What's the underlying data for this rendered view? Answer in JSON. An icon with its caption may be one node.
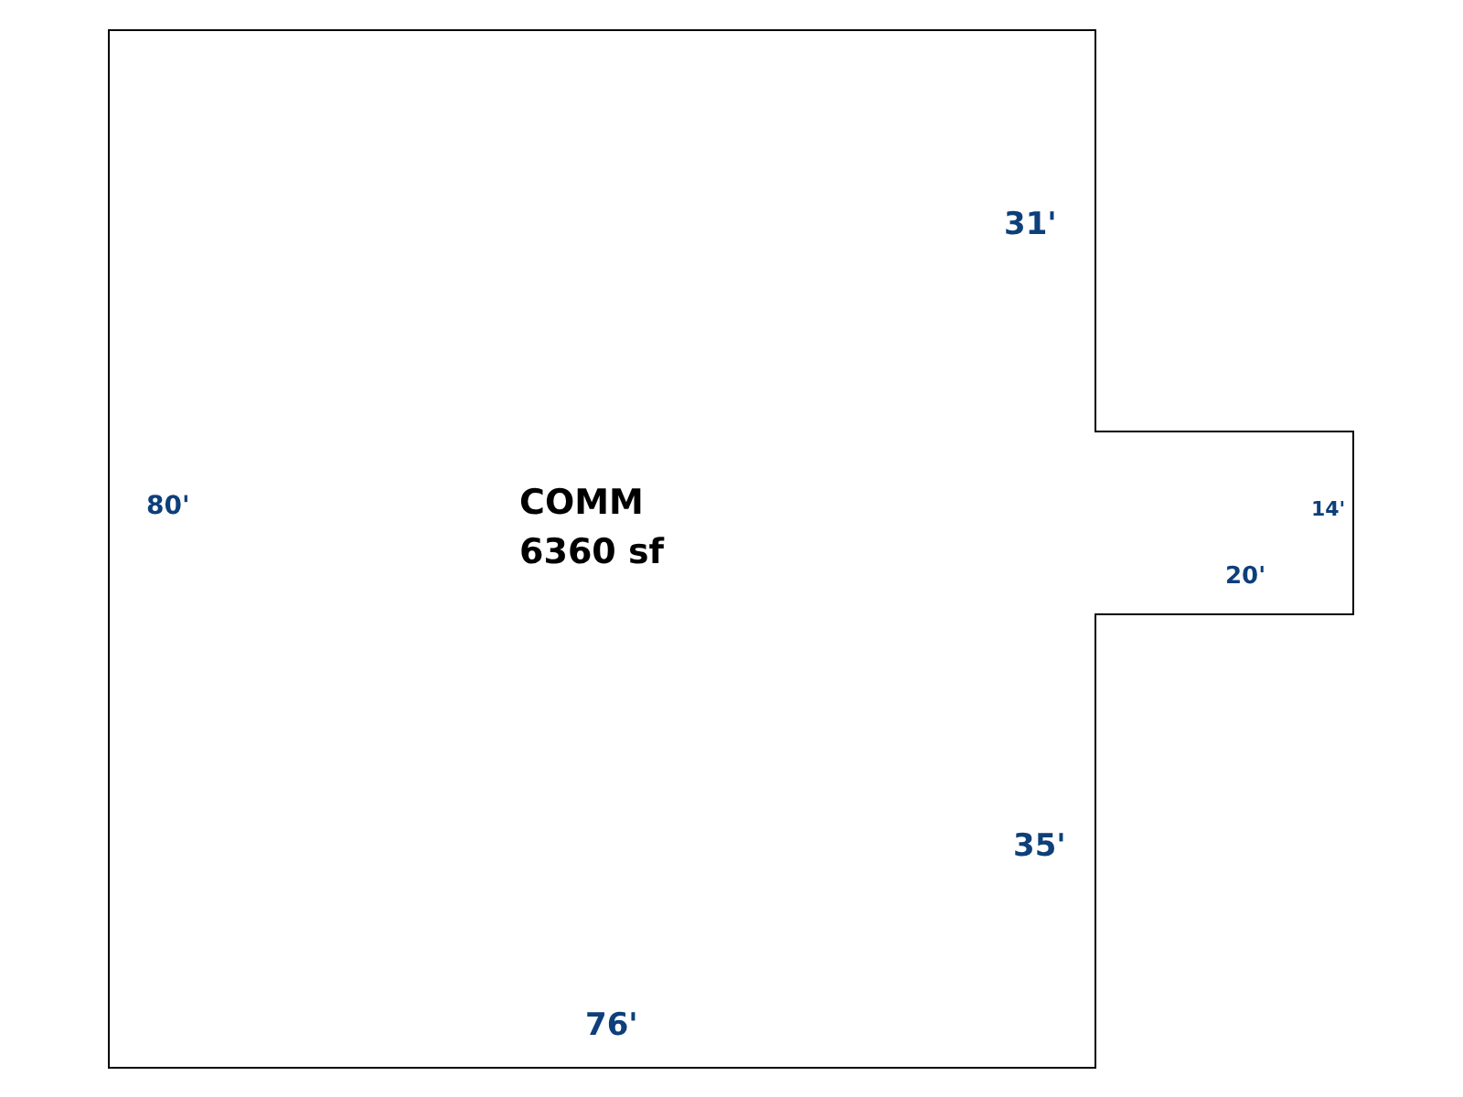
{
  "diagram": {
    "nodes": [
      {
        "text": [
          "COMM",
          "6360 sf"
        ]
      }
    ],
    "edges": [],
    "labels": [
      "31'",
      "80'",
      "14'",
      "20'",
      "35'",
      "76'"
    ]
  }
}
